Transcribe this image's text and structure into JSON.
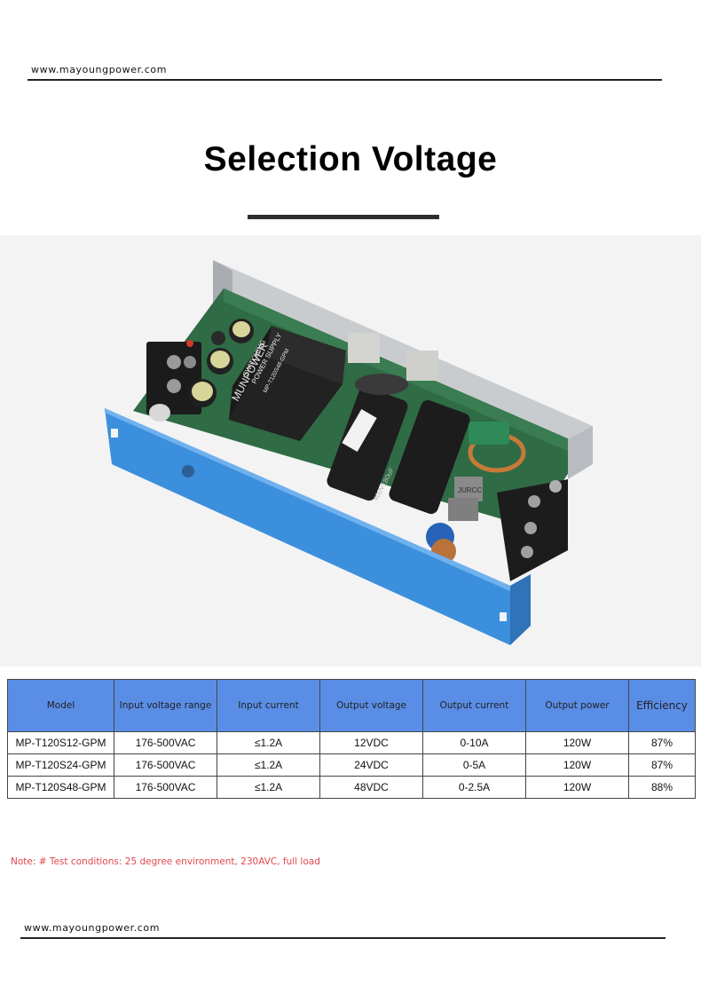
{
  "header": {
    "site": "www.mayoungpower.com"
  },
  "title": "Selection Voltage",
  "product_image": {
    "label_brand": "MUNPOWER",
    "label_line1": "SWITCHING",
    "label_line2": "POWER SUPPLY",
    "label_model": "MP-T120S48-GPM",
    "inductor_mark": "JURCC",
    "capacitor_mark": "400V180uF",
    "chassis_color": "#3b8fdc"
  },
  "table": {
    "headers": [
      "Model",
      "Input voltage range",
      "Input current",
      "Output voltage",
      "Output current",
      "Output power",
      "Efficiency"
    ],
    "rows": [
      [
        "MP-T120S12-GPM",
        "176-500VAC",
        "≤1.2A",
        "12VDC",
        "0-10A",
        "120W",
        "87%"
      ],
      [
        "MP-T120S24-GPM",
        "176-500VAC",
        "≤1.2A",
        "24VDC",
        "0-5A",
        "120W",
        "87%"
      ],
      [
        "MP-T120S48-GPM",
        "176-500VAC",
        "≤1.2A",
        "48VDC",
        "0-2.5A",
        "120W",
        "88%"
      ]
    ]
  },
  "note": "Note: # Test conditions: 25 degree environment, 230AVC, full load",
  "footer": {
    "site": "www.mayoungpower.com"
  }
}
